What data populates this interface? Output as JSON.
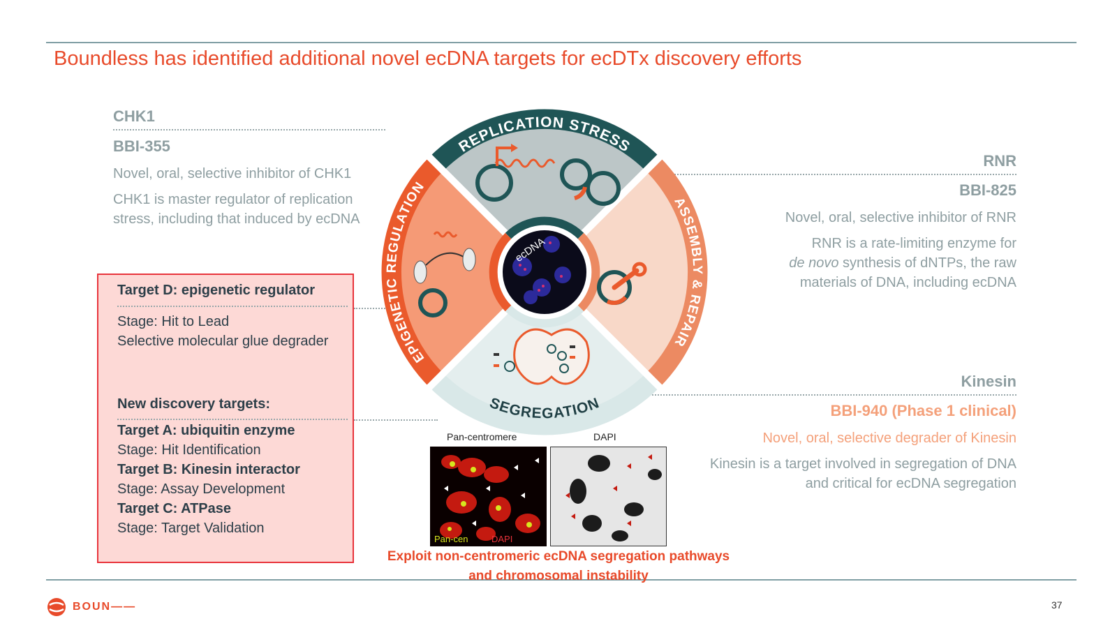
{
  "slide": {
    "title": "Boundless has identified additional novel ecDNA targets for ecDTx discovery efforts",
    "page_number": "37",
    "logo_text": "BOUN——"
  },
  "left_top": {
    "target": "CHK1",
    "compound": "BBI-355",
    "line1": "Novel, oral, selective inhibitor of CHK1",
    "line2a": "CHK1 is master regulator of replication",
    "line2b": "stress, including that induced by ecDNA"
  },
  "right_top": {
    "target": "RNR",
    "compound": "BBI-825",
    "line1": "Novel, oral, selective inhibitor of RNR",
    "line2a": "RNR is a rate-limiting enzyme for",
    "line2b_italic": "de novo",
    "line2b_rest": " synthesis of dNTPs, the raw",
    "line2c": "materials of DNA, including ecDNA"
  },
  "right_bottom": {
    "target": "Kinesin",
    "compound": "BBI-940 (Phase 1 clinical)",
    "line1": "Novel, oral, selective degrader of Kinesin",
    "line2a": "Kinesin is a target involved in segregation of DNA",
    "line2b": "and critical for ecDNA segregation"
  },
  "box": {
    "target_d": "Target D: epigenetic regulator",
    "stage_d": "Stage: Hit to Lead",
    "desc_d": "Selective molecular glue degrader",
    "new_header": "New discovery targets:",
    "target_a": "Target A: ubiquitin enzyme",
    "stage_a": "Stage: Hit Identification",
    "target_b": "Target B: Kinesin interactor",
    "stage_b": "Stage: Assay Development",
    "target_c": "Target C: ATPase",
    "stage_c": "Stage: Target Validation"
  },
  "wheel": {
    "replication": "REPLICATION STRESS",
    "assembly": "ASSEMBLY & REPAIR",
    "segregation": "SEGREGATION",
    "epigenetic": "EPIGENETIC REGULATION",
    "center": "ecDNA"
  },
  "images": {
    "left_label": "Pan-centromere",
    "right_label": "DAPI",
    "legend_a": "Pan-cen",
    "legend_b": "DAPI"
  },
  "caption": {
    "line1": "Exploit non-centromeric ecDNA segregation pathways",
    "line2": "and chromosomal instability"
  },
  "colors": {
    "title": "#e84a2a",
    "grey_text": "#8e9ea1",
    "teal": "#1f5556",
    "salmon": "#f4a07a",
    "box_bg": "#fdd9d6",
    "box_border": "#e8333b"
  }
}
